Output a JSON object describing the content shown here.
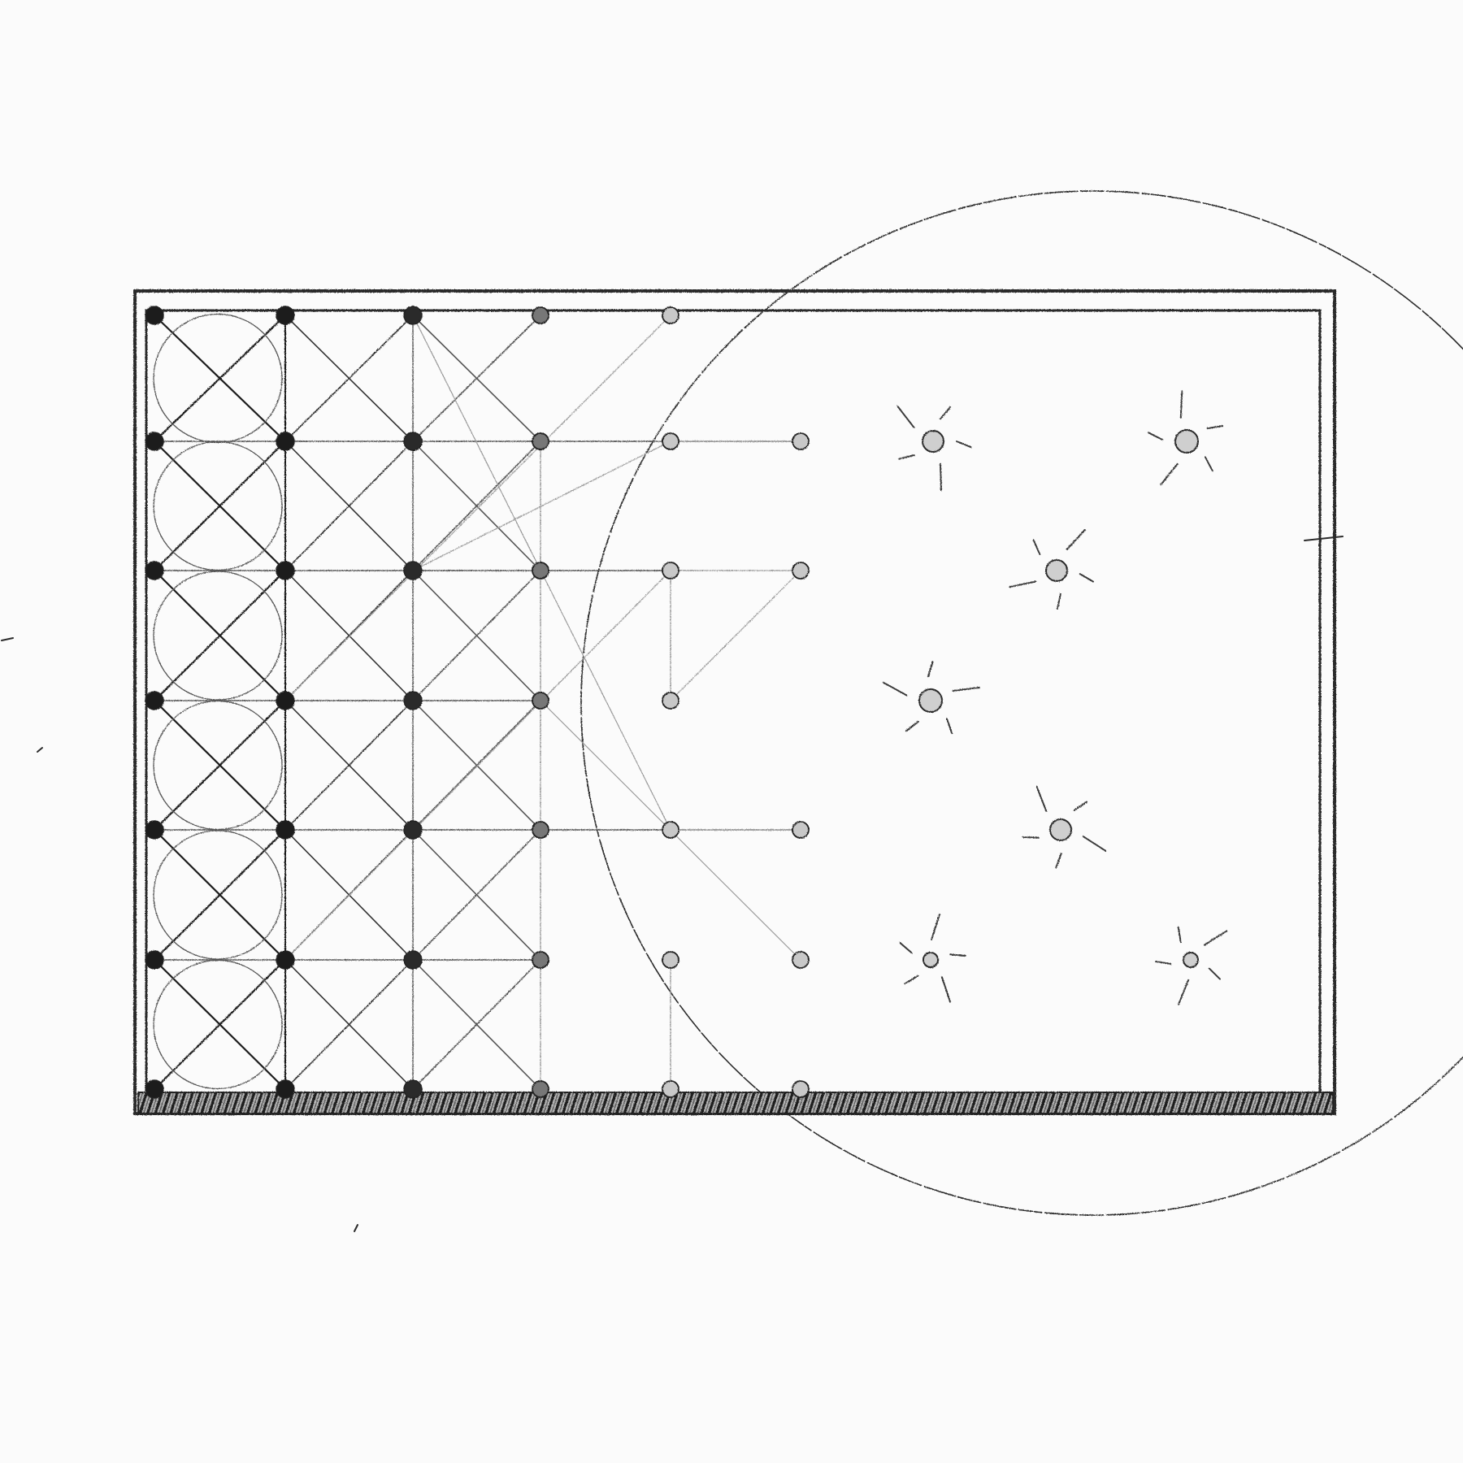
{
  "image": {
    "medium": "pencil sketch",
    "colors": {
      "paper": "#fbfbfb",
      "graphite_dark": "#1e1e1e",
      "graphite_mid": "#555555",
      "graphite_light": "#9a9a9a"
    },
    "grid": {
      "columns": 6,
      "rows": 7
    },
    "texts": []
  }
}
